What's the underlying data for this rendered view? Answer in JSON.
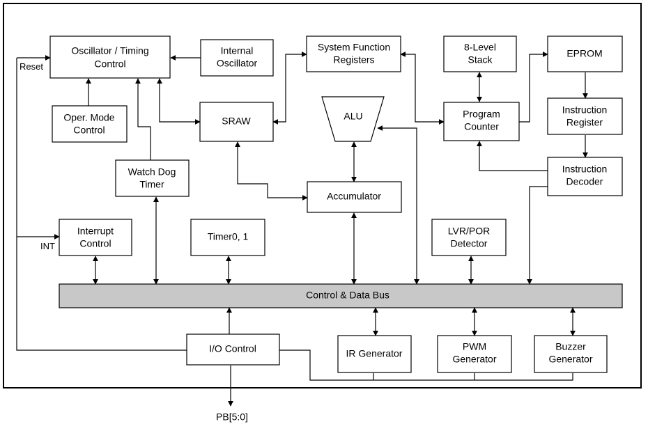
{
  "blocks": {
    "osc_timing": [
      "Oscillator / Timing",
      "Control"
    ],
    "internal_osc": [
      "Internal",
      "Oscillator"
    ],
    "sfr": [
      "System Function",
      "Registers"
    ],
    "stack": [
      "8-Level",
      "Stack"
    ],
    "eprom": [
      "EPROM"
    ],
    "oper_mode": [
      "Oper. Mode",
      "Control"
    ],
    "sraw": [
      "SRAW"
    ],
    "alu": [
      "ALU"
    ],
    "program_counter": [
      "Program",
      "Counter"
    ],
    "instruction_register": [
      "Instruction",
      "Register"
    ],
    "watchdog": [
      "Watch Dog",
      "Timer"
    ],
    "accumulator": [
      "Accumulator"
    ],
    "instruction_decoder": [
      "Instruction",
      "Decoder"
    ],
    "interrupt": [
      "Interrupt",
      "Control"
    ],
    "timer": [
      "Timer0, 1"
    ],
    "lvr_por": [
      "LVR/POR",
      "Detector"
    ],
    "bus": [
      "Control & Data Bus"
    ],
    "io_control": [
      "I/O Control"
    ],
    "ir_gen": [
      "IR Generator"
    ],
    "pwm_gen": [
      "PWM",
      "Generator"
    ],
    "buzzer_gen": [
      "Buzzer",
      "Generator"
    ]
  },
  "signals": {
    "reset": "Reset",
    "int": "INT",
    "pb": "PB[5:0]"
  }
}
